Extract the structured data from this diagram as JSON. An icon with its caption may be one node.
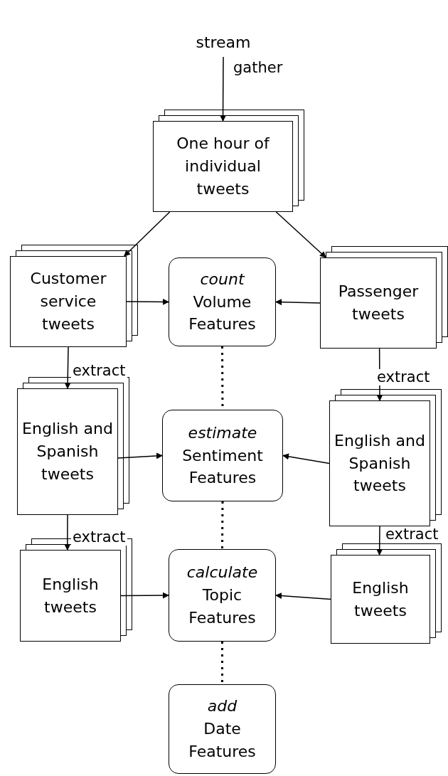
{
  "diagram": {
    "nodes": [
      {
        "text": [
          "stream"
        ]
      },
      {
        "text": [
          "One hour of individual tweets"
        ]
      },
      {
        "text": [
          "Customer service tweets"
        ]
      },
      {
        "text": [
          "count",
          "Volume Features"
        ]
      },
      {
        "text": [
          "Passenger tweets"
        ]
      },
      {
        "text": [
          "English and Spanish tweets"
        ]
      },
      {
        "text": [
          "estimate",
          "Sentiment Features"
        ]
      },
      {
        "text": [
          "English and Spanish tweets"
        ]
      },
      {
        "text": [
          "English tweets"
        ]
      },
      {
        "text": [
          "calculate",
          "Topic Features"
        ]
      },
      {
        "text": [
          "English tweets"
        ]
      },
      {
        "text": [
          "add",
          "Date Features"
        ]
      }
    ],
    "edges": [
      {
        "from": 0,
        "to": 1,
        "arrow": "to",
        "label": "gather"
      },
      {
        "from": 1,
        "to": 2,
        "arrow": "to"
      },
      {
        "from": 1,
        "to": 4,
        "arrow": "to"
      },
      {
        "from": 2,
        "to": 3,
        "arrow": "to"
      },
      {
        "from": 4,
        "to": 3,
        "arrow": "to"
      },
      {
        "from": 2,
        "to": 5,
        "arrow": "to",
        "label": "extract"
      },
      {
        "from": 4,
        "to": 7,
        "arrow": "to",
        "label": "extract"
      },
      {
        "from": 5,
        "to": 6,
        "arrow": "to"
      },
      {
        "from": 7,
        "to": 6,
        "arrow": "to"
      },
      {
        "from": 5,
        "to": 8,
        "arrow": "to",
        "label": "extract"
      },
      {
        "from": 7,
        "to": 10,
        "arrow": "to",
        "label": "extract"
      },
      {
        "from": 8,
        "to": 9,
        "arrow": "to"
      },
      {
        "from": 10,
        "to": 9,
        "arrow": "to"
      },
      {
        "from": 3,
        "to": 6,
        "arrow": "none",
        "style": "dashed"
      },
      {
        "from": 6,
        "to": 9,
        "arrow": "none",
        "style": "dashed"
      },
      {
        "from": 9,
        "to": 11,
        "arrow": "none",
        "style": "dashed"
      }
    ]
  }
}
